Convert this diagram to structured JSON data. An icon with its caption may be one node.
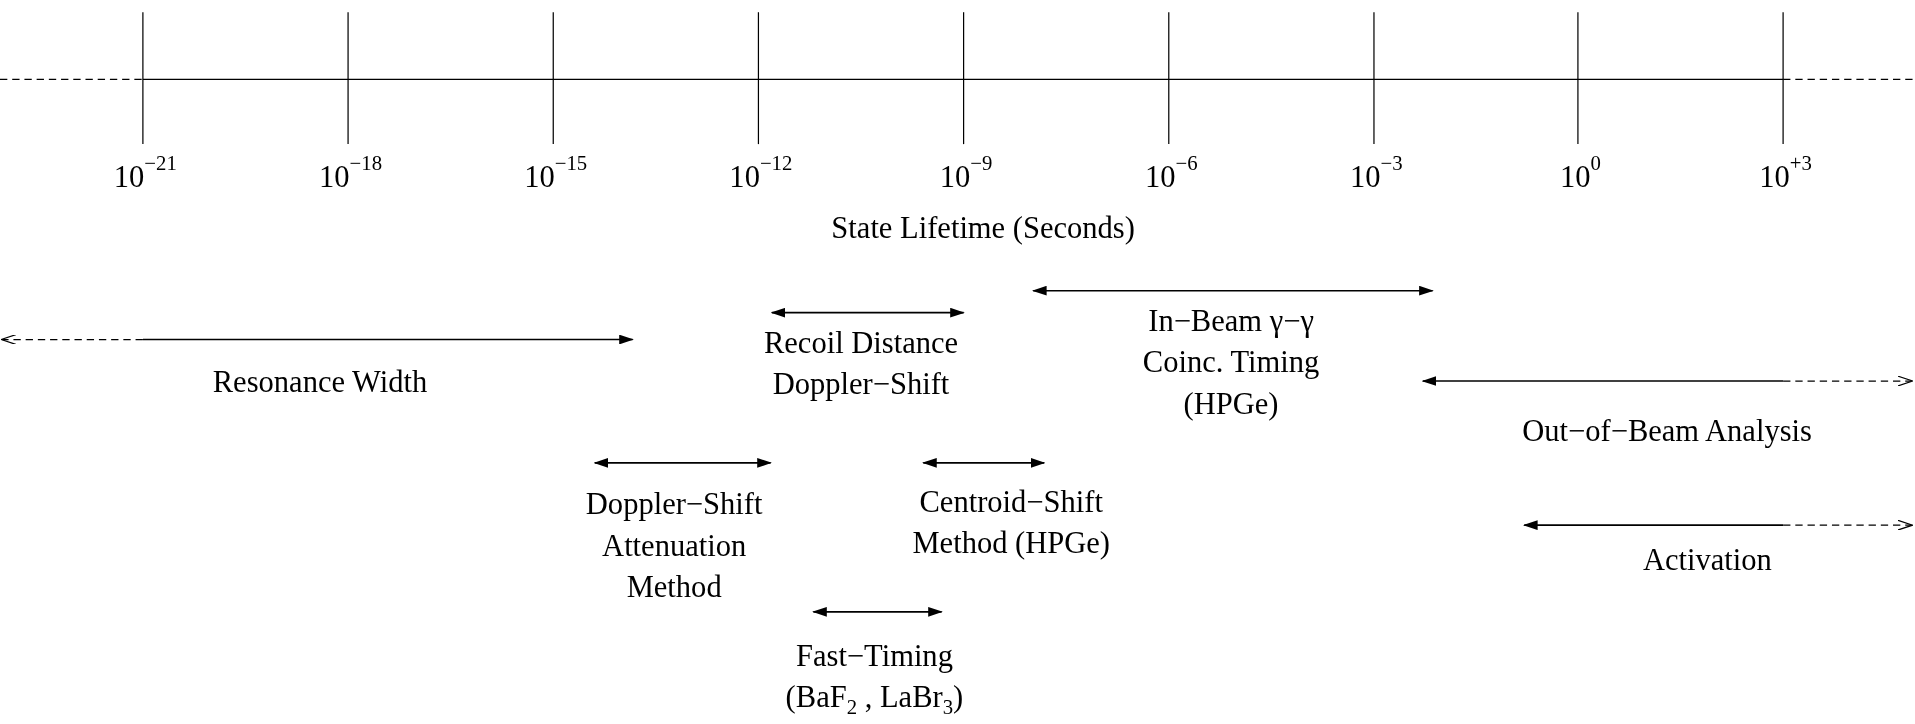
{
  "diagram": {
    "labels": [
      "10$^{−21}$",
      "10$^{−18}$",
      "10$^{−15}$",
      "10$^{−12}$",
      "10$^{−9}$",
      "10$^{−6}$",
      "10$^{−3}$",
      "10$^{0}$",
      "10$^{+3}$",
      "State Lifetime (Seconds)",
      "Recoil Distance Doppler−Shift",
      "In−Beam γ−γ Coinc. Timing (HPGe)",
      "Resonance Width",
      "Out−of−Beam Analysis",
      "Doppler−Shift Attenuation Method",
      "Centroid−Shift Method (HPGe)",
      "Activation",
      "Fast−Timing (BaF$_{2}$ , LaBr$_{3}$)"
    ]
  }
}
